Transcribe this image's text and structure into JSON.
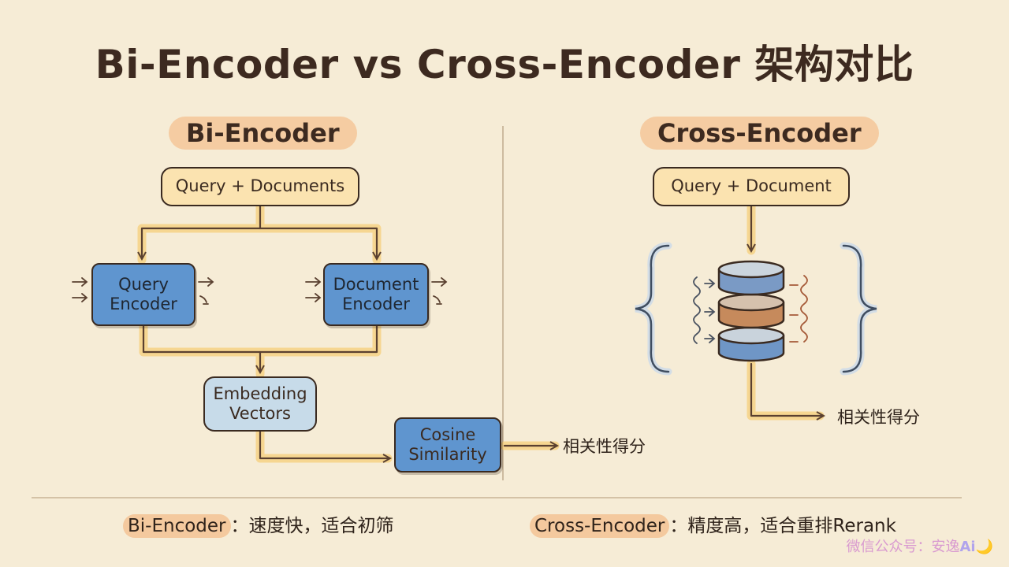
{
  "title": "Bi-Encoder vs Cross-Encoder 架构对比",
  "bi_encoder": {
    "label": "Bi-Encoder",
    "input": "Query + Documents",
    "query_encoder": [
      "Query",
      "Encoder"
    ],
    "document_encoder": [
      "Document",
      "Encoder"
    ],
    "embedding": [
      "Embedding",
      "Vectors"
    ],
    "cosine": [
      "Cosine",
      "Similarity"
    ],
    "output": "相关性得分"
  },
  "cross_encoder": {
    "label": "Cross-Encoder",
    "input": "Query + Document",
    "output": "相关性得分"
  },
  "summary": {
    "bi_name": "Bi-Encoder",
    "bi_desc": "：速度快，适合初筛",
    "cross_name": "Cross-Encoder",
    "cross_desc": "：精度高，适合重排Rerank"
  },
  "watermark": {
    "prefix": "微信公众号：安逸",
    "ai": "Ai",
    "moon": "🌙"
  },
  "colors": {
    "background": "#f6ecd6",
    "encoder_blue": "#5f95cf",
    "vector_blue": "#c7dbe9",
    "input_yellow": "#fbe3b0",
    "highlight_orange": "#f4b278",
    "flow_glow": "#f6cf7a",
    "ink": "#3a2a20"
  }
}
